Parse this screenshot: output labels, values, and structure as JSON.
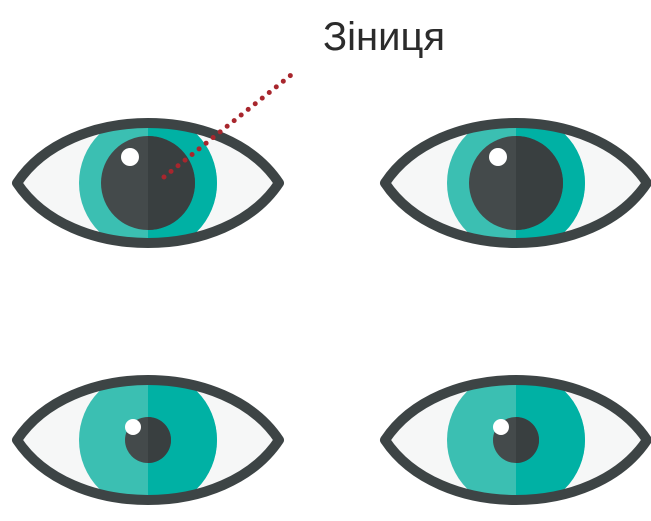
{
  "label": {
    "text": "Зіниця"
  },
  "colors": {
    "outline": "#3d4445",
    "sclera": "#f6f7f7",
    "iris_light": "#3bbfb2",
    "iris_dark": "#00b1a4",
    "pupil_light": "#444a4b",
    "pupil_dark": "#393f40",
    "highlight": "#ffffff",
    "pointer": "#a8262d"
  },
  "eyes": [
    {
      "name": "eye-1",
      "pupil_size": "large"
    },
    {
      "name": "eye-2",
      "pupil_size": "large"
    },
    {
      "name": "eye-3",
      "pupil_size": "small"
    },
    {
      "name": "eye-4",
      "pupil_size": "small"
    }
  ]
}
